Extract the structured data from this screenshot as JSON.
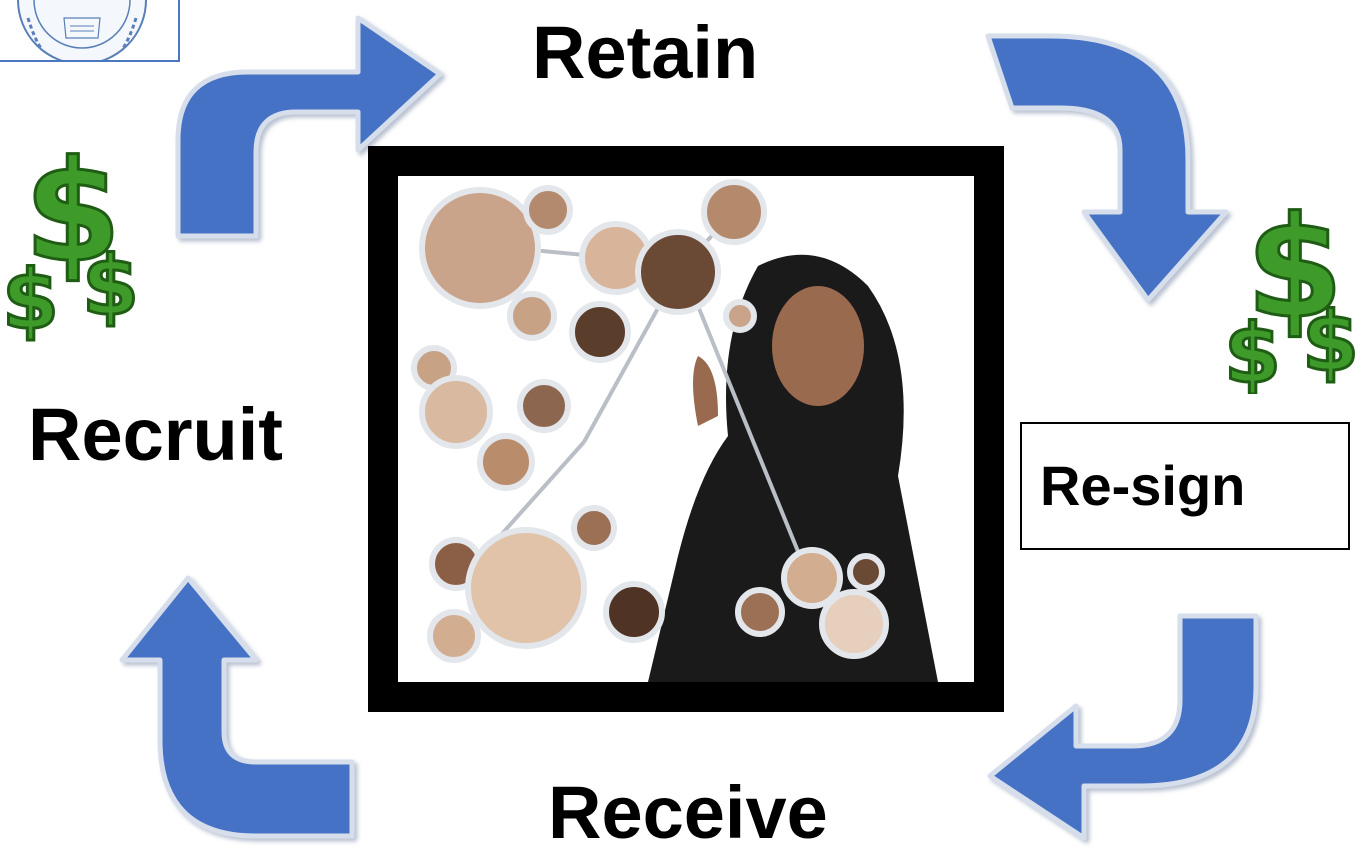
{
  "diagram": {
    "labels": {
      "retain": "Retain",
      "recruit": "Recruit",
      "receive": "Receive",
      "resign": "Re-sign"
    },
    "arrows": [
      "arrow-recruit-to-retain",
      "arrow-retain-to-resign",
      "arrow-resign-to-receive",
      "arrow-receive-to-recruit"
    ],
    "icons": [
      "dollar-signs-icon",
      "dollar-signs-icon"
    ],
    "colors": {
      "arrow_fill": "#4472c4",
      "arrow_outline": "#c8d3e6",
      "dollar_green": "#3e9b2a",
      "frame": "#000000"
    }
  }
}
